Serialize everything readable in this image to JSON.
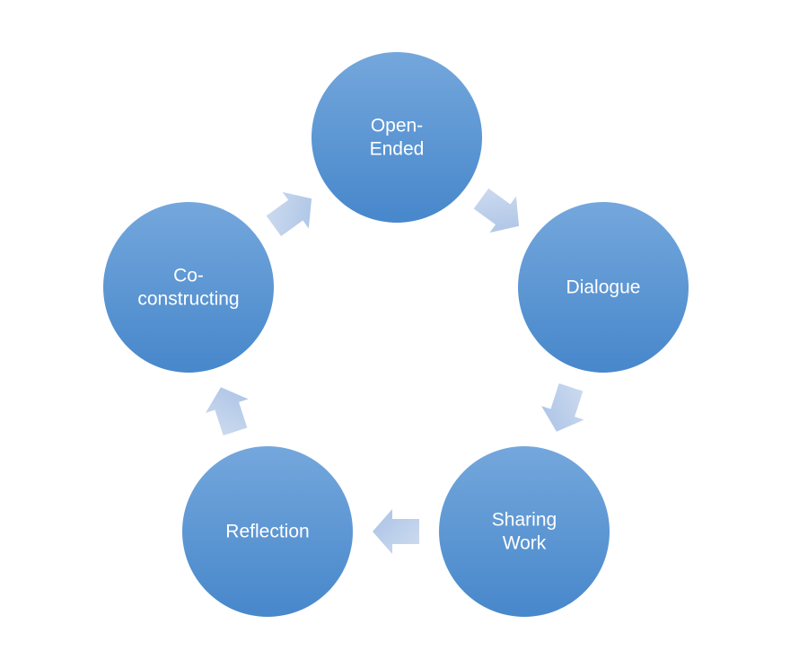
{
  "diagram": {
    "type": "cycle",
    "nodes": [
      {
        "id": "open-ended",
        "lines": [
          "Open-",
          "Ended"
        ]
      },
      {
        "id": "dialogue",
        "lines": [
          "Dialogue"
        ]
      },
      {
        "id": "sharing-work",
        "lines": [
          "Sharing",
          "Work"
        ]
      },
      {
        "id": "reflection",
        "lines": [
          "Reflection"
        ]
      },
      {
        "id": "co-constructing",
        "lines": [
          "Co-",
          "constructing"
        ]
      }
    ],
    "edges": [
      {
        "from": "open-ended",
        "to": "dialogue"
      },
      {
        "from": "dialogue",
        "to": "sharing-work"
      },
      {
        "from": "sharing-work",
        "to": "reflection"
      },
      {
        "from": "reflection",
        "to": "co-constructing"
      },
      {
        "from": "co-constructing",
        "to": "open-ended"
      }
    ],
    "colors": {
      "node_light": "#74a7dc",
      "node_dark": "#4787cb",
      "arrow_light": "#cfdcef",
      "arrow_dark": "#a9c2e6",
      "label": "#ffffff"
    }
  }
}
